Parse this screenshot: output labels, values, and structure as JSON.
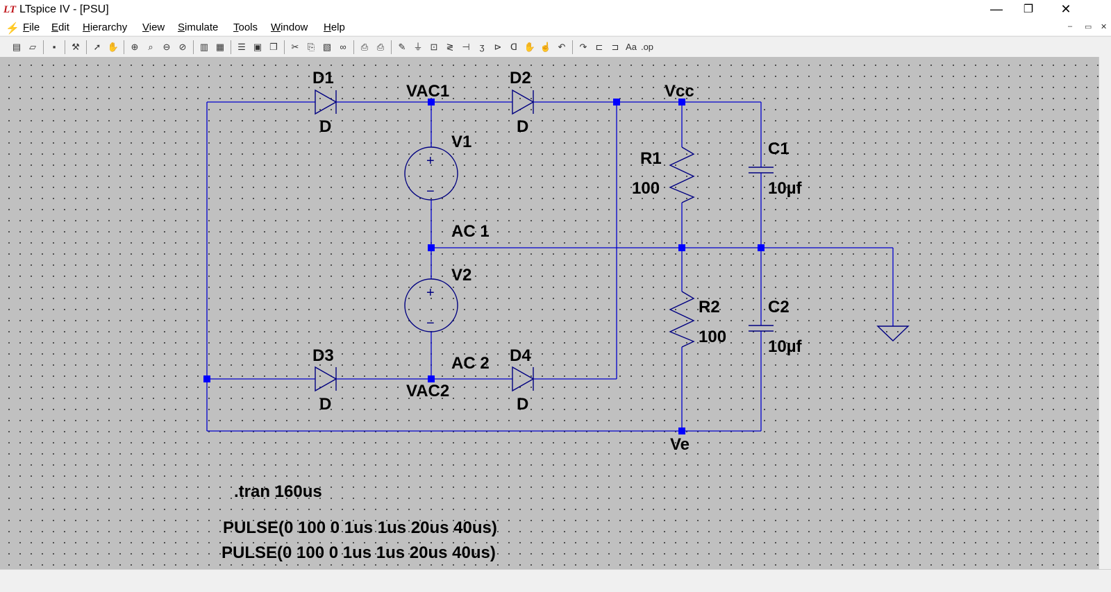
{
  "window": {
    "title": "LTspice IV - [PSU]",
    "app_icon": "LT",
    "controls": {
      "minimize": "—",
      "restore": "❐",
      "close": "✕"
    }
  },
  "menubar": {
    "items": [
      {
        "label": "File",
        "accel": "F",
        "rest": "ile"
      },
      {
        "label": "Edit",
        "accel": "E",
        "rest": "dit"
      },
      {
        "label": "Hierarchy",
        "accel": "H",
        "rest": "ierarchy"
      },
      {
        "label": "View",
        "accel": "V",
        "rest": "iew"
      },
      {
        "label": "Simulate",
        "accel": "S",
        "rest": "imulate"
      },
      {
        "label": "Tools",
        "accel": "T",
        "rest": "ools"
      },
      {
        "label": "Window",
        "accel": "W",
        "rest": "indow"
      },
      {
        "label": "Help",
        "accel": "H",
        "rest": "elp"
      }
    ],
    "mdi_controls": {
      "minimize": "–",
      "restore": "▭",
      "close": "✕"
    }
  },
  "toolbar": {
    "buttons": [
      {
        "name": "new-schematic-icon",
        "glyph": "▤"
      },
      {
        "name": "open-icon",
        "glyph": "▱"
      },
      {
        "name": "save-icon",
        "glyph": "▪"
      },
      {
        "name": "control-panel-icon",
        "glyph": "⚒"
      },
      {
        "name": "run-icon",
        "glyph": "➚"
      },
      {
        "name": "pan-icon",
        "glyph": "✋"
      },
      {
        "name": "zoom-in-icon",
        "glyph": "⊕"
      },
      {
        "name": "zoom-area-icon",
        "glyph": "⌕"
      },
      {
        "name": "zoom-out-icon",
        "glyph": "⊖"
      },
      {
        "name": "zoom-fit-icon",
        "glyph": "⊘"
      },
      {
        "name": "autorange-icon",
        "glyph": "▥"
      },
      {
        "name": "grid-icon",
        "glyph": "▦"
      },
      {
        "name": "tile-horizontal-icon",
        "glyph": "☰"
      },
      {
        "name": "tile-vertical-icon",
        "glyph": "▣"
      },
      {
        "name": "cascade-icon",
        "glyph": "❐"
      },
      {
        "name": "cut-icon",
        "glyph": "✂"
      },
      {
        "name": "copy-icon",
        "glyph": "⎘"
      },
      {
        "name": "paste-icon",
        "glyph": "▧"
      },
      {
        "name": "find-icon",
        "glyph": "∞"
      },
      {
        "name": "print-preview-icon",
        "glyph": "⎙"
      },
      {
        "name": "print-icon",
        "glyph": "⎙"
      },
      {
        "name": "wire-icon",
        "glyph": "✎"
      },
      {
        "name": "ground-icon",
        "glyph": "⏚"
      },
      {
        "name": "label-net-icon",
        "glyph": "⊡"
      },
      {
        "name": "resistor-icon",
        "glyph": "≷"
      },
      {
        "name": "capacitor-icon",
        "glyph": "⊣"
      },
      {
        "name": "inductor-icon",
        "glyph": "ʒ"
      },
      {
        "name": "diode-icon",
        "glyph": "⊳"
      },
      {
        "name": "component-icon",
        "glyph": "ᗡ"
      },
      {
        "name": "move-icon",
        "glyph": "✋"
      },
      {
        "name": "drag-icon",
        "glyph": "☝"
      },
      {
        "name": "undo-icon",
        "glyph": "↶"
      },
      {
        "name": "redo-icon",
        "glyph": "↷"
      },
      {
        "name": "rotate-icon",
        "glyph": "⊏"
      },
      {
        "name": "mirror-icon",
        "glyph": "⊐"
      },
      {
        "name": "text-icon",
        "glyph": "Aa"
      },
      {
        "name": "spice-directive-icon",
        "glyph": ".op"
      }
    ]
  },
  "schematic": {
    "components": {
      "d1": {
        "ref": "D1",
        "value": "D"
      },
      "d2": {
        "ref": "D2",
        "value": "D"
      },
      "d3": {
        "ref": "D3",
        "value": "D"
      },
      "d4": {
        "ref": "D4",
        "value": "D"
      },
      "v1": {
        "ref": "V1"
      },
      "v2": {
        "ref": "V2"
      },
      "r1": {
        "ref": "R1",
        "value": "100"
      },
      "r2": {
        "ref": "R2",
        "value": "100"
      },
      "c1": {
        "ref": "C1",
        "value": "10µf"
      },
      "c2": {
        "ref": "C2",
        "value": "10µf"
      }
    },
    "nets": {
      "vac1": "VAC1",
      "vac2": "VAC2",
      "vcc": "Vcc",
      "ve": "Ve",
      "ac1": "AC 1",
      "ac2": "AC 2"
    },
    "directives": {
      "tran": ".tran 160us",
      "pulse1": "PULSE(0 100 0 1us 1us 20us 40us)",
      "pulse2": "PULSE(0 100 0 1us 1us 20us 40us)"
    },
    "polarity": {
      "plus": "+",
      "minus": "−"
    },
    "colors": {
      "wire": "#0000cd",
      "junction": "#0000ff",
      "symbol": "#000080",
      "text": "#000000"
    }
  }
}
